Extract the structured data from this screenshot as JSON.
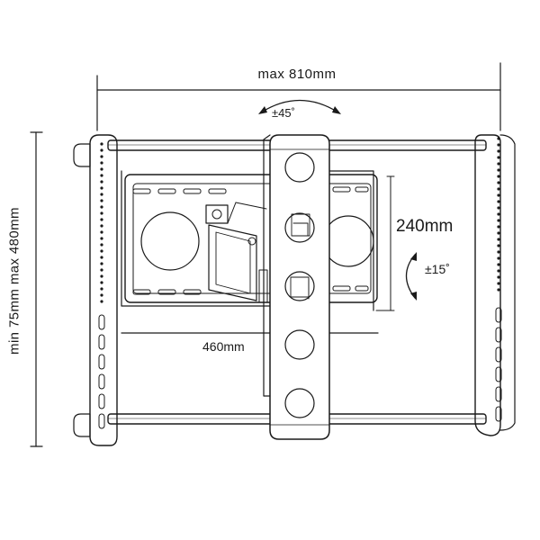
{
  "labels": {
    "overall_width": "max 810mm",
    "swivel": "±45˚",
    "vertical_spacing": "240mm",
    "tilt": "±15˚",
    "horizontal_spacing": "460mm",
    "height_range": "min 75mm  max 480mm"
  },
  "colors": {
    "line": "#1a1a1a",
    "background": "#ffffff"
  }
}
